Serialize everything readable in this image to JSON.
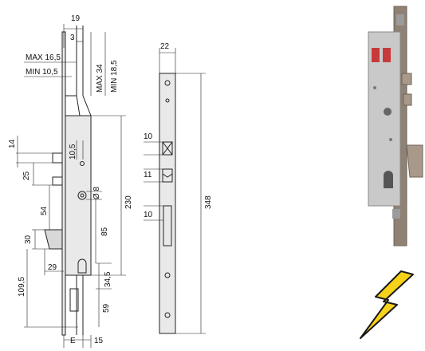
{
  "dimensions": {
    "top_19": "19",
    "top_3": "3",
    "max_16_5": "MAX 16,5",
    "min_10_5": "MIN 10,5",
    "max_34": "MAX 34",
    "min_18_5": "MIN 18,5",
    "d_14": "14",
    "d_10_5": "10,5",
    "d_25": "25",
    "d_phi8": "Ø 8",
    "d_230": "230",
    "d_54": "54",
    "d_85": "85",
    "d_30": "30",
    "d_29": "29",
    "d_34_5": "34,5",
    "d_109_5": "109,5",
    "d_59": "59",
    "d_E": "E",
    "d_15": "15",
    "front_22": "22",
    "front_10a": "10",
    "front_11": "11",
    "front_10b": "10",
    "front_348": "348"
  },
  "colors": {
    "line": "#222222",
    "plate": "#e9e9e9",
    "photo_case": "#c9c9c9",
    "photo_plate": "#8f8174",
    "photo_red": "#c8393b",
    "bolt_yellow": "#f6d21a"
  },
  "icons": {
    "lightning": "lightning-bolt-icon"
  }
}
